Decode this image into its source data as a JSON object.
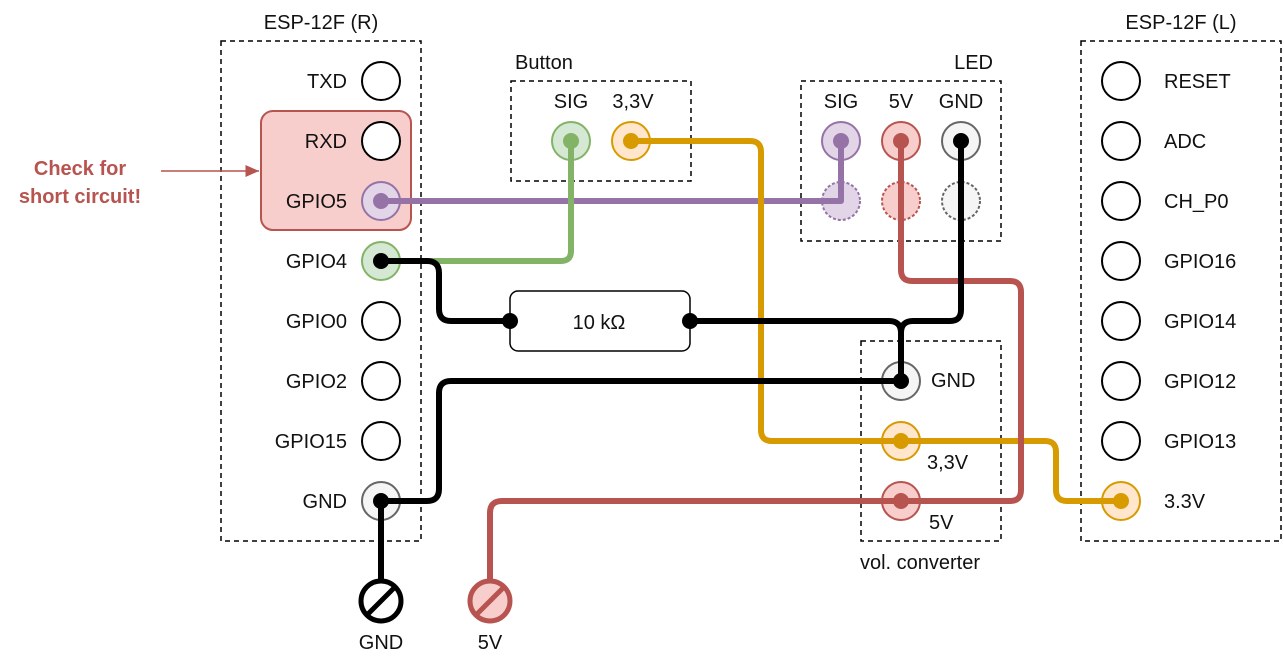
{
  "modules": {
    "esp_right": {
      "title": "ESP-12F (R)",
      "pins": [
        "TXD",
        "RXD",
        "GPIO5",
        "GPIO4",
        "GPIO0",
        "GPIO2",
        "GPIO15",
        "GND"
      ]
    },
    "esp_left": {
      "title": "ESP-12F (L)",
      "pins": [
        "RESET",
        "ADC",
        "CH_P0",
        "GPIO16",
        "GPIO14",
        "GPIO12",
        "GPIO13",
        "3.3V"
      ]
    },
    "button": {
      "title": "Button",
      "pins": [
        "SIG",
        "3,3V"
      ]
    },
    "led": {
      "title": "LED",
      "pins": [
        "SIG",
        "5V",
        "GND"
      ]
    },
    "converter": {
      "title": "vol. converter",
      "pins": [
        "GND",
        "3,3V",
        "5V"
      ]
    }
  },
  "resistor": {
    "label": "10 kΩ"
  },
  "warning": {
    "line1": "Check for",
    "line2": "short circuit!"
  },
  "terminals": {
    "gnd": "GND",
    "v5": "5V"
  },
  "colors": {
    "purple": "#9673a6",
    "green": "#82b366",
    "yellow": "#d79b00",
    "red": "#b85450",
    "black": "#000000",
    "highlight_fill": "#f8cecc",
    "highlight_stroke": "#b85450"
  }
}
